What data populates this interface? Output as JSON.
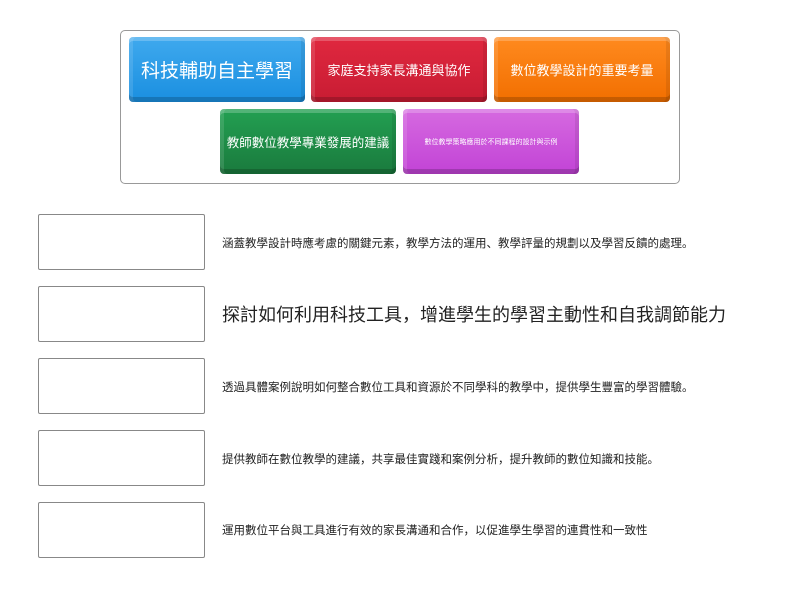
{
  "tiles": [
    {
      "label": "科技輔助自主學習",
      "color": "#1a8fe0"
    },
    {
      "label": "家庭支持家長溝通與協作",
      "color": "#c81c33"
    },
    {
      "label": "數位教學設計的重要考量",
      "color": "#f26f00"
    },
    {
      "label": "教師數位教學專業發展的建議",
      "color": "#1a7a3d"
    },
    {
      "label": "數位教學策略應用於不同課程的設計與示例",
      "color": "#c243d6"
    }
  ],
  "descriptions": [
    "涵蓋教學設計時應考慮的關鍵元素，教學方法的運用、教學評量的規劃以及學習反饋的處理。",
    "探討如何利用科技工具，增進學生的學習主動性和自我調節能力",
    "透過具體案例說明如何整合數位工具和資源於不同學科的教學中，提供學生豐富的學習體驗。",
    "提供教師在數位教學的建議，共享最佳實踐和案例分析，提升教師的數位知識和技能。",
    "運用數位平台與工具進行有效的家長溝通和合作，以促進學生學習的連貫性和一致性"
  ]
}
